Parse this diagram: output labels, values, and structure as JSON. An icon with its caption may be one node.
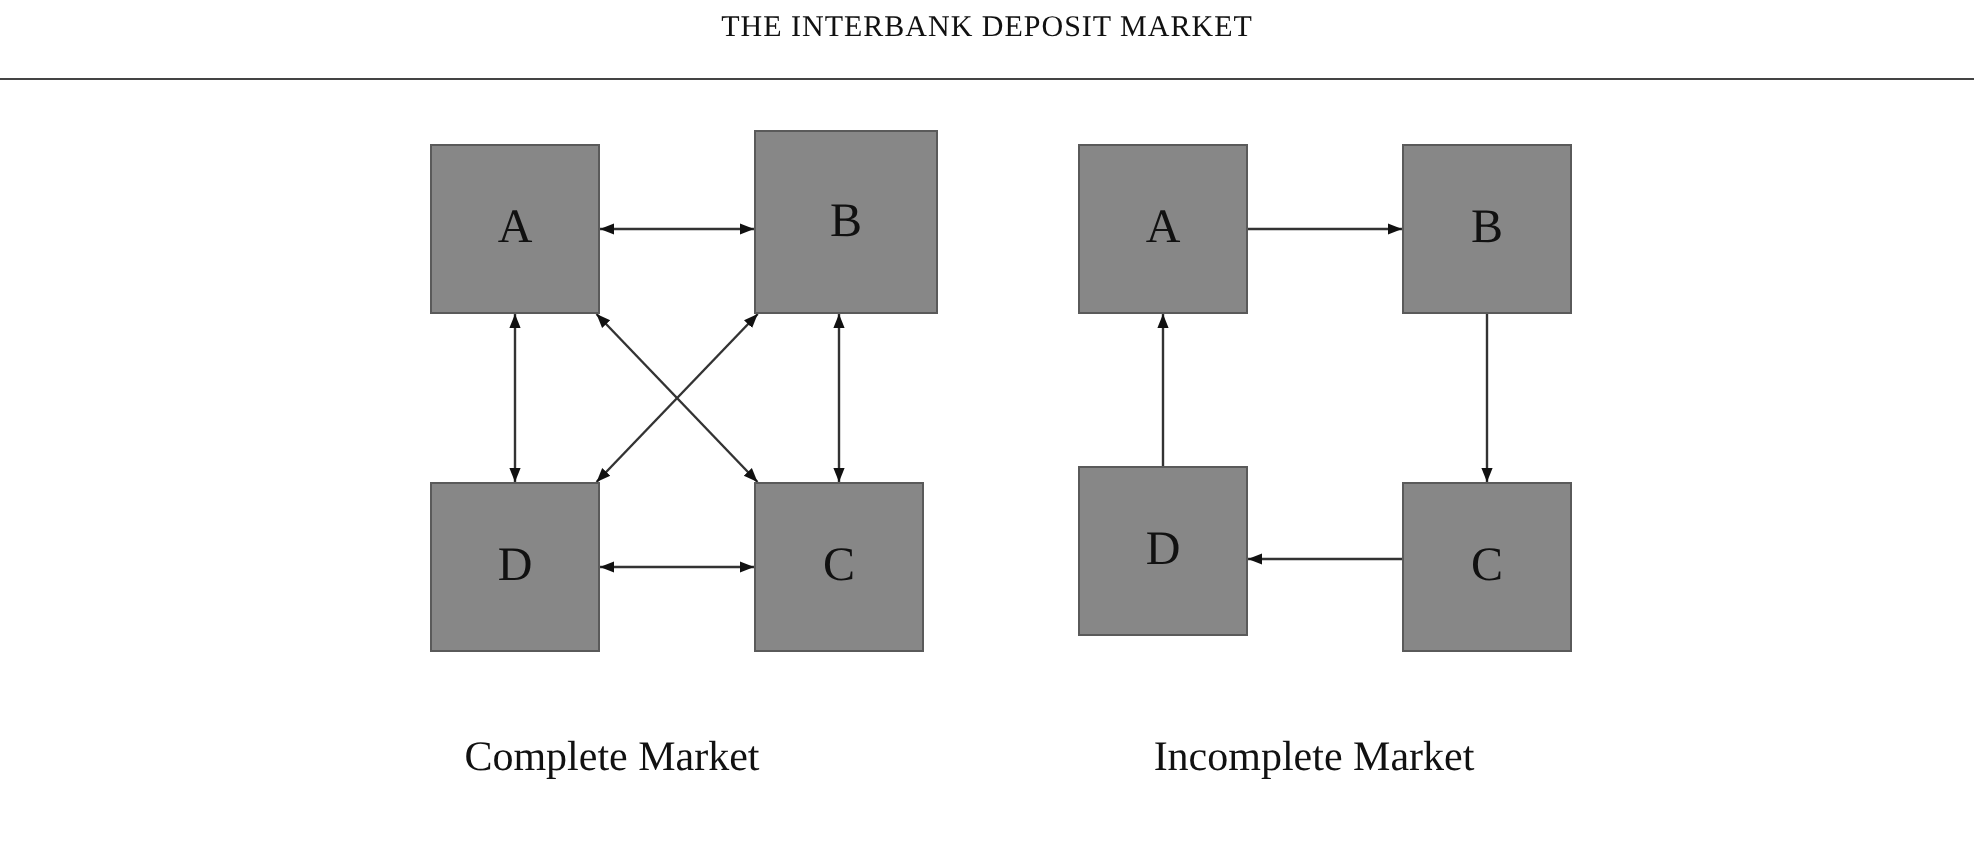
{
  "diagram": {
    "title": "THE INTERBANK DEPOSIT MARKET",
    "nodes": [
      {
        "text": [
          "A"
        ]
      },
      {
        "text": [
          "B"
        ]
      },
      {
        "text": [
          "D"
        ]
      },
      {
        "text": [
          "C"
        ]
      },
      {
        "text": [
          "A"
        ]
      },
      {
        "text": [
          "B"
        ]
      },
      {
        "text": [
          "D"
        ]
      },
      {
        "text": [
          "C"
        ]
      }
    ],
    "edges": [
      {
        "from": 0,
        "to": 1,
        "arrow": "both"
      },
      {
        "from": 0,
        "to": 2,
        "arrow": "both"
      },
      {
        "from": 0,
        "to": 3,
        "arrow": "both"
      },
      {
        "from": 1,
        "to": 2,
        "arrow": "both"
      },
      {
        "from": 1,
        "to": 3,
        "arrow": "both"
      },
      {
        "from": 2,
        "to": 3,
        "arrow": "both"
      },
      {
        "from": 4,
        "to": 5,
        "arrow": "to"
      },
      {
        "from": 5,
        "to": 7,
        "arrow": "to"
      },
      {
        "from": 7,
        "to": 6,
        "arrow": "to"
      },
      {
        "from": 6,
        "to": 4,
        "arrow": "to"
      }
    ],
    "labels": [
      "Complete Market",
      "Incomplete Market"
    ]
  }
}
